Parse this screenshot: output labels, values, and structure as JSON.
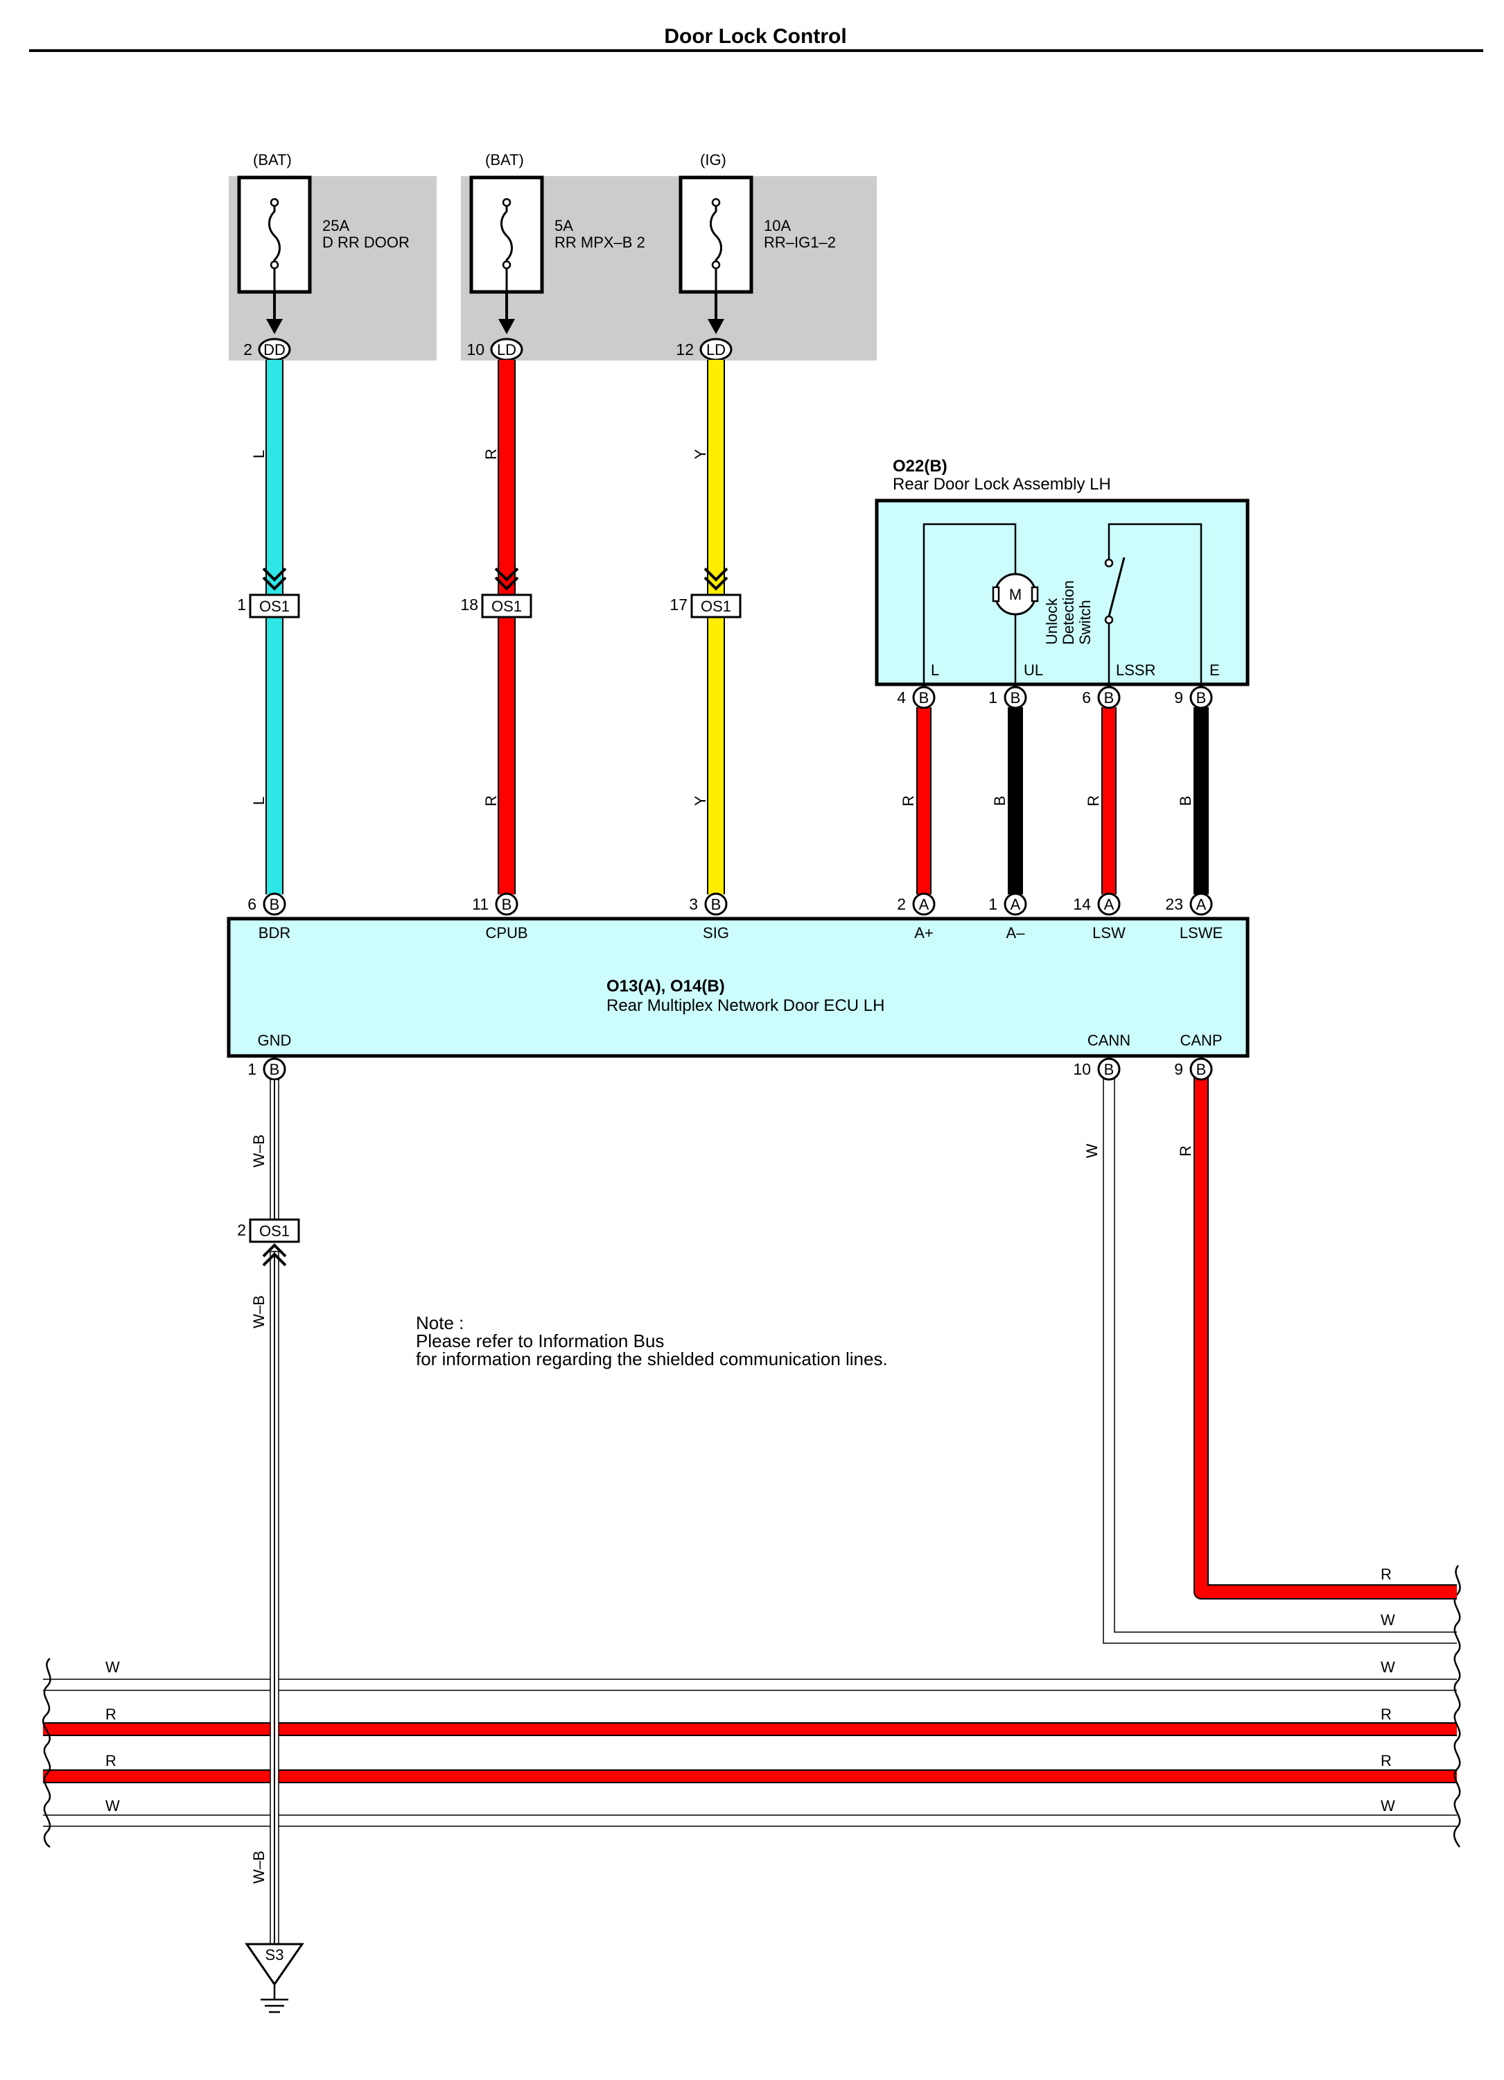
{
  "title": "Door Lock Control",
  "colors": {
    "L": "#2ee6e6",
    "R": "#ff0000",
    "Y": "#ffee00",
    "B": "#000000",
    "W": "#ffffff",
    "ecu_fill": "#ccfcfc",
    "fuse_panel": "#cccccc"
  },
  "fuses": [
    {
      "source": "(BAT)",
      "amp": "25A",
      "name": "D RR DOOR",
      "pin": "2",
      "conn": "DD"
    },
    {
      "source": "(BAT)",
      "amp": "5A",
      "name": "RR MPX–B 2",
      "pin": "10",
      "conn": "LD"
    },
    {
      "source": "(IG)",
      "amp": "10A",
      "name": "RR–IG1–2",
      "pin": "12",
      "conn": "LD"
    }
  ],
  "upper_wires": [
    {
      "color": "L",
      "label_top": "L",
      "label_bottom": "L",
      "os_pin": "1",
      "os_conn": "OS1",
      "ecu_pin": "6",
      "ecu_conn": "B",
      "ecu_term": "BDR"
    },
    {
      "color": "R",
      "label_top": "R",
      "label_bottom": "R",
      "os_pin": "18",
      "os_conn": "OS1",
      "ecu_pin": "11",
      "ecu_conn": "B",
      "ecu_term": "CPUB"
    },
    {
      "color": "Y",
      "label_top": "Y",
      "label_bottom": "Y",
      "os_pin": "17",
      "os_conn": "OS1",
      "ecu_pin": "3",
      "ecu_conn": "B",
      "ecu_term": "SIG"
    }
  ],
  "door_lock": {
    "code": "O22(B)",
    "name": "Rear Door Lock Assembly LH",
    "motor": "M",
    "switch_label": [
      "Unlock",
      "Detection",
      "Switch"
    ],
    "terminals": [
      "L",
      "UL",
      "LSSR",
      "E"
    ],
    "pins": [
      {
        "pin": "4",
        "conn": "B",
        "wire": "R",
        "ecu_pin": "2",
        "ecu_conn": "A",
        "ecu_term": "A+"
      },
      {
        "pin": "1",
        "conn": "B",
        "wire": "B",
        "ecu_pin": "1",
        "ecu_conn": "A",
        "ecu_term": "A–"
      },
      {
        "pin": "6",
        "conn": "B",
        "wire": "R",
        "ecu_pin": "14",
        "ecu_conn": "A",
        "ecu_term": "LSW"
      },
      {
        "pin": "9",
        "conn": "B",
        "wire": "B",
        "ecu_pin": "23",
        "ecu_conn": "A",
        "ecu_term": "LSWE"
      }
    ]
  },
  "ecu": {
    "code": "O13(A), O14(B)",
    "name": "Rear Multiplex Network Door ECU LH",
    "gnd": {
      "term": "GND",
      "pin": "1",
      "conn": "B"
    },
    "cann": {
      "term": "CANN",
      "pin": "10",
      "conn": "B",
      "wire": "W"
    },
    "canp": {
      "term": "CANP",
      "pin": "9",
      "conn": "B",
      "wire": "R"
    }
  },
  "ground_wire": {
    "label": "W–B",
    "os_pin": "2",
    "os_conn": "OS1",
    "ground_point": "S3"
  },
  "note": {
    "heading": "Note :",
    "line1": "Please refer to Information Bus",
    "line2": "for information regarding the shielded communication lines."
  },
  "bus": {
    "right_labels": [
      "R",
      "W"
    ],
    "lines": [
      {
        "label": "W",
        "color": "W"
      },
      {
        "label": "R",
        "color": "R"
      },
      {
        "label": "R",
        "color": "R"
      },
      {
        "label": "W",
        "color": "W"
      }
    ]
  }
}
